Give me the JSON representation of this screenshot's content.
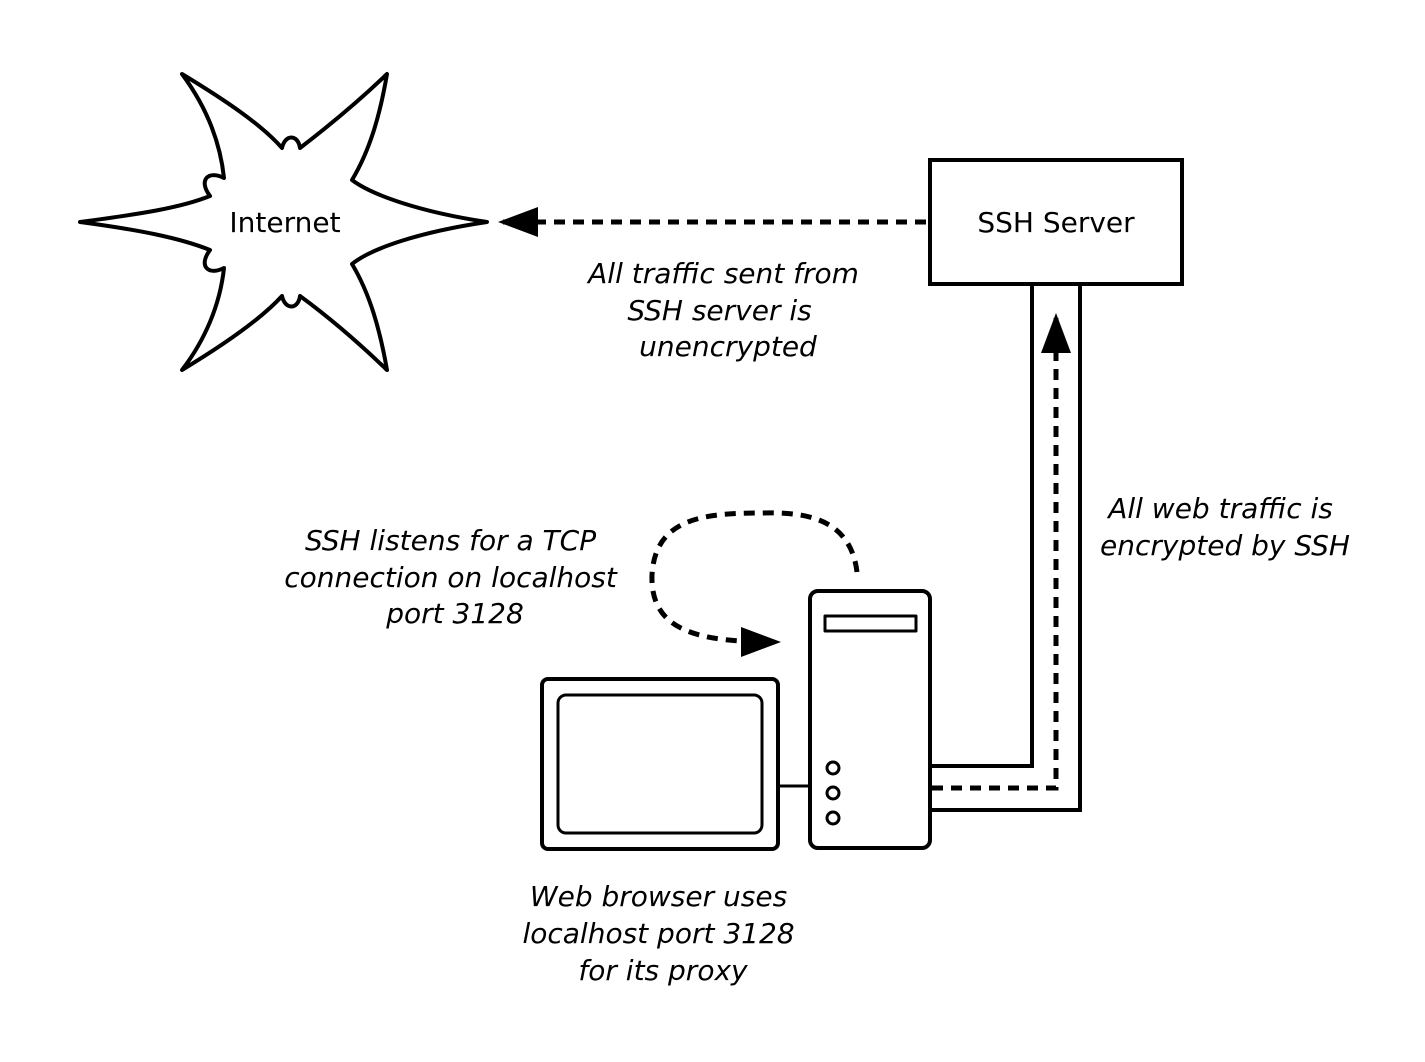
{
  "nodes": {
    "internet": {
      "label": "Internet"
    },
    "ssh_server": {
      "label": "SSH Server"
    }
  },
  "annotations": {
    "unencrypted_traffic": [
      "All traffic sent from",
      "SSH server is",
      "unencrypted"
    ],
    "encrypted_traffic": [
      "All web traffic is",
      "encrypted by SSH"
    ],
    "ssh_listens": [
      "SSH listens for a TCP",
      "connection on localhost",
      "port 3128"
    ],
    "browser_proxy": [
      "Web browser uses",
      "localhost port 3128",
      "for its proxy"
    ]
  },
  "colors": {
    "line": "#000000",
    "background": "#ffffff"
  }
}
